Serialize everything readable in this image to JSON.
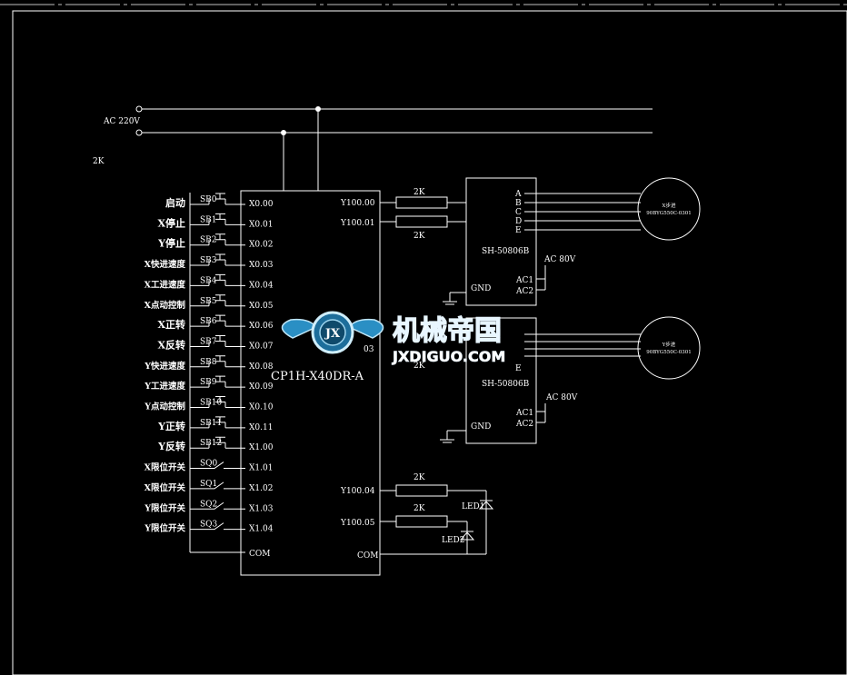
{
  "supply": {
    "label": "AC 220V",
    "resistor_label": "2K"
  },
  "plc": {
    "model": "CP1H-X40DR-A",
    "inputs": [
      {
        "label": "启动",
        "switch": "SB0",
        "addr": "X0.00"
      },
      {
        "label": "X停止",
        "switch": "SB1",
        "addr": "X0.01"
      },
      {
        "label": "Y停止",
        "switch": "SB2",
        "addr": "X0.02"
      },
      {
        "label": "X快进速度",
        "switch": "SB3",
        "addr": "X0.03"
      },
      {
        "label": "X工进速度",
        "switch": "SB4",
        "addr": "X0.04"
      },
      {
        "label": "X点动控制",
        "switch": "SB5",
        "addr": "X0.05"
      },
      {
        "label": "X正转",
        "switch": "SB6",
        "addr": "X0.06"
      },
      {
        "label": "X反转",
        "switch": "SB7",
        "addr": "X0.07"
      },
      {
        "label": "Y快进速度",
        "switch": "SB8",
        "addr": "X0.08"
      },
      {
        "label": "Y工进速度",
        "switch": "SB9",
        "addr": "X0.09"
      },
      {
        "label": "Y点动控制",
        "switch": "SB10",
        "addr": "X0.10"
      },
      {
        "label": "Y正转",
        "switch": "SB11",
        "addr": "X0.11"
      },
      {
        "label": "Y反转",
        "switch": "SB12",
        "addr": "X1.00"
      },
      {
        "label": "X限位开关",
        "switch": "SQ0",
        "addr": "X1.01"
      },
      {
        "label": "X限位开关",
        "switch": "SQ1",
        "addr": "X1.02"
      },
      {
        "label": "Y限位开关",
        "switch": "SQ2",
        "addr": "X1.03"
      },
      {
        "label": "Y限位开关",
        "switch": "SQ3",
        "addr": "X1.04"
      }
    ],
    "input_com": "COM",
    "outputs": {
      "y00": "Y100.00",
      "y01": "Y100.01",
      "y03": "03",
      "y04": "Y100.04",
      "y05": "Y100.05",
      "com": "COM"
    }
  },
  "driver1": {
    "model": "SH-50806B",
    "terminals": [
      "A",
      "B",
      "C",
      "D",
      "E"
    ],
    "ac1": "AC1",
    "ac2": "AC2",
    "gnd": "GND",
    "supply": "AC 80V",
    "r1": "2K",
    "r2": "2K"
  },
  "driver2": {
    "model": "SH-50806B",
    "terminal_e": "E",
    "ac1": "AC1",
    "ac2": "AC2",
    "gnd": "GND",
    "supply": "AC 80V",
    "r": "2K"
  },
  "motor1": {
    "line1": "X步进",
    "line2": "90BYG550C-0301"
  },
  "motor2": {
    "line1": "Y步进",
    "line2": "90BYG550C-0301"
  },
  "leds": {
    "r4": "2K",
    "r5": "2K",
    "led1": "LED1",
    "led2": "LED2"
  },
  "watermark": {
    "brand_cn": "机械帝国",
    "brand_en": "JXDIGUO.COM",
    "badge": "JX"
  },
  "colors": {
    "bg": "#000000",
    "line": "#ffffff",
    "accent": "#2a8fc4"
  }
}
